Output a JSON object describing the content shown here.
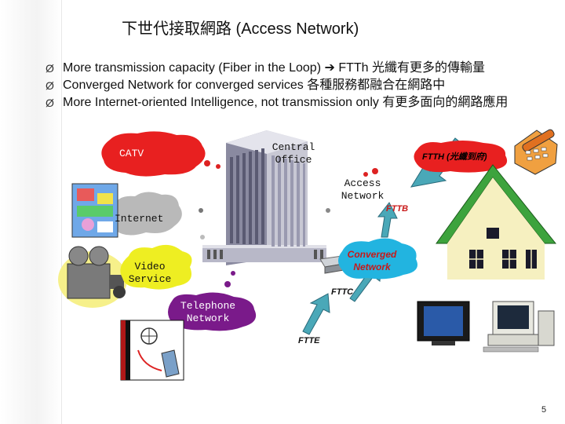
{
  "slide": {
    "title": "下世代接取網路 (Access Network)",
    "page_number": "5"
  },
  "bullets": [
    {
      "marker": "Ø",
      "text": "More transmission capacity (Fiber in the Loop) ➔ FTTh 光纖有更多的傳輸量"
    },
    {
      "marker": "Ø",
      "text": "Converged Network for converged services 各種服務都融合在網路中"
    },
    {
      "marker": "Ø",
      "text": "More Internet-oriented Intelligence, not transmission only 有更多面向的網路應用"
    }
  ],
  "diagram": {
    "catv": "CATV",
    "central_office": "Central Office",
    "access_network": "Access Network",
    "internet": "Internet",
    "video_service": "Video Service",
    "telephone_network": "Telephone Network",
    "converged_network": "Converged Network",
    "ftth": "FTTH (光纖到府)",
    "fttb": "FTTB",
    "fttc": "FTTC",
    "ftte": "FTTE"
  },
  "colors": {
    "catv_cloud": "#e82020",
    "internet_cloud": "#b9b9b9",
    "video_cloud": "#eeee22",
    "telephone_cloud": "#7a1a8a",
    "ftth_cloud": "#e82020",
    "converged_cloud": "#22b4e0",
    "arrow_fill": "#4aa8b8",
    "house_roof": "#3da33d",
    "house_wall": "#f6f0c0",
    "house_window": "#1a1a2a"
  }
}
